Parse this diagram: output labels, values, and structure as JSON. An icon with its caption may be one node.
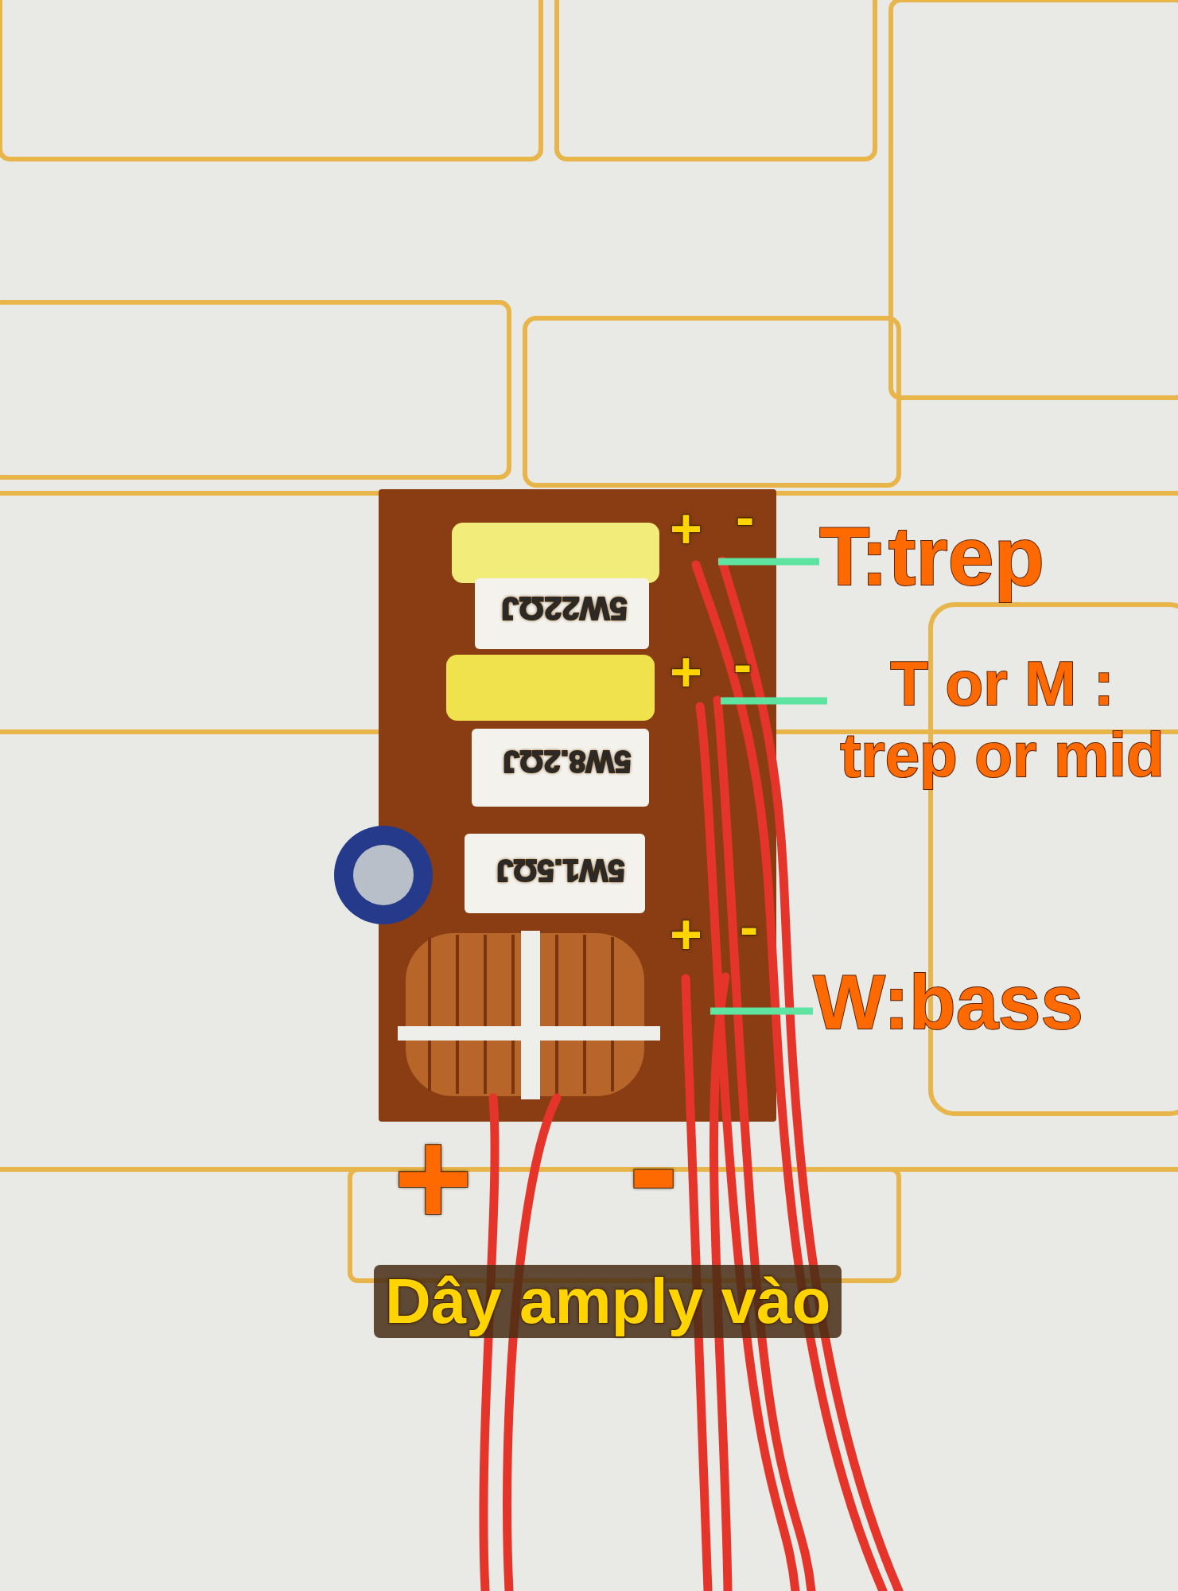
{
  "diagram": {
    "nodes": [
      {
        "text": [
          "T:trep"
        ]
      },
      {
        "text": [
          "T or M : trep or mid"
        ]
      },
      {
        "text": [
          "W:bass"
        ]
      }
    ],
    "edges": [
      {
        "from": 0,
        "to": null,
        "arrow": "none",
        "color": "#5ee3a1"
      },
      {
        "from": 1,
        "to": null,
        "arrow": "none",
        "color": "#5ee3a1"
      },
      {
        "from": 2,
        "to": null,
        "arrow": "none",
        "color": "#5ee3a1"
      }
    ],
    "labels": [
      "+",
      "-",
      "5W22ΩJ",
      "+",
      "-",
      "5W8.2ΩJ",
      "5W1.5ΩJ",
      "+",
      "-",
      "+",
      "-",
      "Dây amply vào"
    ]
  }
}
